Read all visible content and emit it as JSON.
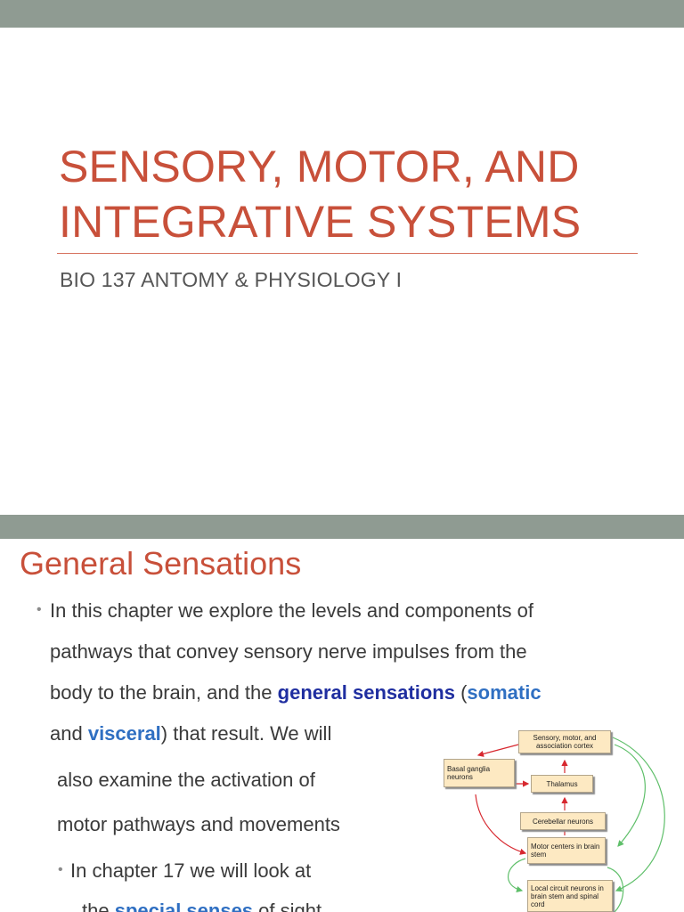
{
  "slide1": {
    "title_line1": "SENSORY, MOTOR, AND",
    "title_line2": "INTEGRATIVE SYSTEMS",
    "subtitle": "BIO 137 ANTOMY & PHYSIOLOGY I"
  },
  "slide2": {
    "heading": "General Sensations",
    "bullet1": {
      "l1": "In this chapter we explore the levels and components of",
      "l2": "pathways that convey sensory nerve impulses from the",
      "l3_pre": "body to the brain, and the ",
      "l3_kw1": "general sensations",
      "l3_mid": " (",
      "l3_kw2": "somatic",
      "l4_pre": "and ",
      "l4_kw": "visceral",
      "l4_post": ") that result.  We will",
      "l5": "also examine the  activation of",
      "l6": "motor pathways and movements"
    },
    "bullet2": {
      "l1": "In chapter 17 we will look at",
      "l2_pre": "the ",
      "l2_kw": "special senses",
      "l2_post": " of sight,"
    },
    "diagram": {
      "box_cortex": "Sensory, motor, and association cortex",
      "box_basal": "Basal ganglia neurons",
      "box_thalamus": "Thalamus",
      "box_cerebellar": "Cerebellar neurons",
      "box_motor": "Motor centers in brain stem",
      "box_local": "Local circuit neurons in brain stem and spinal cord",
      "arrow_red": "#d7282f",
      "arrow_green": "#5fbf6a"
    },
    "colors": {
      "title": "#c8503a",
      "keyword_navy": "#1f2ea0",
      "keyword_blue": "#2f6fc2",
      "bar": "#8f9b92"
    }
  }
}
